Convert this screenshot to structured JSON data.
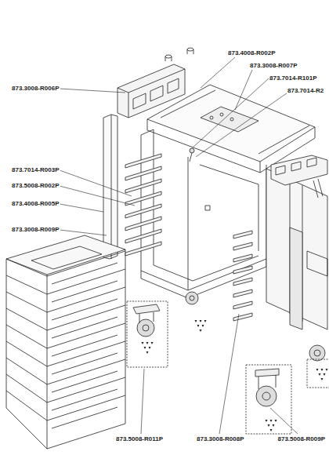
{
  "diagram": {
    "labels": [
      "873.4008-R002P",
      "873.3008-R007P",
      "873.7014-R101P",
      "873.7014-R2",
      "873.3008-R006P",
      "873.7014-R003P",
      "873.5008-R002P",
      "873.4008-R005P",
      "873.3008-R009P",
      "873.5008-R011P",
      "873.3008-R008P",
      "873.5008-R009P"
    ]
  }
}
